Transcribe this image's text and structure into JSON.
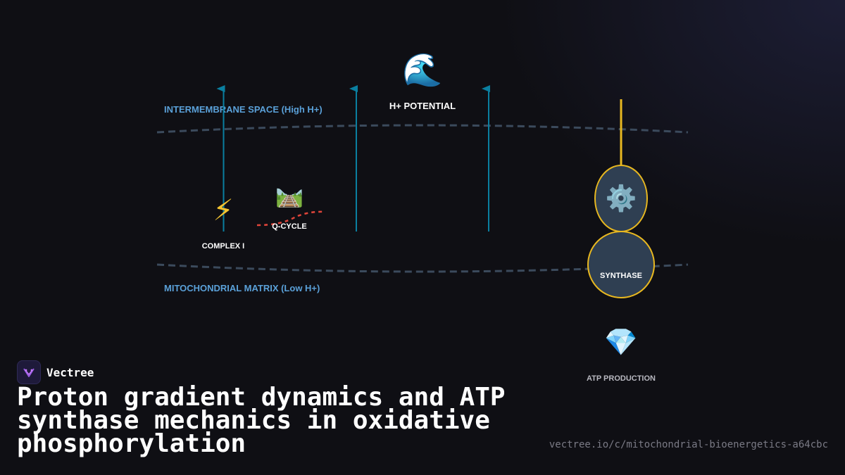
{
  "diagram": {
    "region_top": "INTERMEMBRANE SPACE (High H+)",
    "region_bottom": "MITOCHONDRIAL MATRIX (Low H+)",
    "potential": {
      "label": "H+ POTENTIAL",
      "icon": "wave-emoji",
      "glyph": "🌊"
    },
    "complex1": {
      "label": "COMPLEX I",
      "icon": "lightning-emoji",
      "glyph": "⚡"
    },
    "qcycle": {
      "label": "Q-CYCLE",
      "icon": "railway-emoji",
      "glyph": "🛤️"
    },
    "synthase": {
      "label": "SYNTHASE",
      "icon": "gear-emoji",
      "glyph": "⚙️"
    },
    "atp": {
      "label": "ATP PRODUCTION",
      "icon": "gem-emoji",
      "glyph": "💎"
    },
    "colors": {
      "region_label": "#5aa0d8",
      "membrane": "#3b4a5c",
      "proton_arrow": "#0a7fa0",
      "synthase_outline": "#e8b820",
      "synthase_fill": "#2f3f52",
      "qcycle_path": "#e0453a"
    }
  },
  "footer": {
    "brand": "Vectree",
    "title": "Proton gradient dynamics and ATP synthase mechanics in oxidative phosphorylation",
    "url": "vectree.io/c/mitochondrial-bioenergetics-a64cbc"
  }
}
